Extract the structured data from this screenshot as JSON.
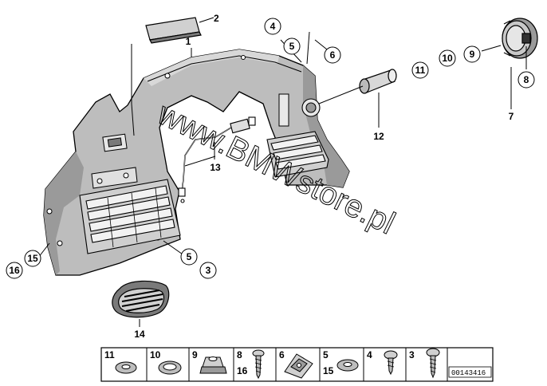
{
  "callouts": {
    "c1": "1",
    "c2": "2",
    "c3": "3",
    "c4": "4",
    "c5a": "5",
    "c5b": "5",
    "c6": "6",
    "c7": "7",
    "c8": "8",
    "c9": "9",
    "c10": "10",
    "c11": "11",
    "c12": "12",
    "c13": "13",
    "c14": "14",
    "c15": "15",
    "c16": "16"
  },
  "watermark": "www.BMWstore.pl",
  "parts_strip": {
    "cells": [
      {
        "top": "11",
        "bottom": ""
      },
      {
        "top": "10",
        "bottom": ""
      },
      {
        "top": "9",
        "bottom": ""
      },
      {
        "top": "8",
        "bottom": "16"
      },
      {
        "top": "6",
        "bottom": ""
      },
      {
        "top": "5",
        "bottom": "15"
      },
      {
        "top": "4",
        "bottom": ""
      },
      {
        "top": "3",
        "bottom": ""
      }
    ],
    "diagram_code": "00143416"
  }
}
